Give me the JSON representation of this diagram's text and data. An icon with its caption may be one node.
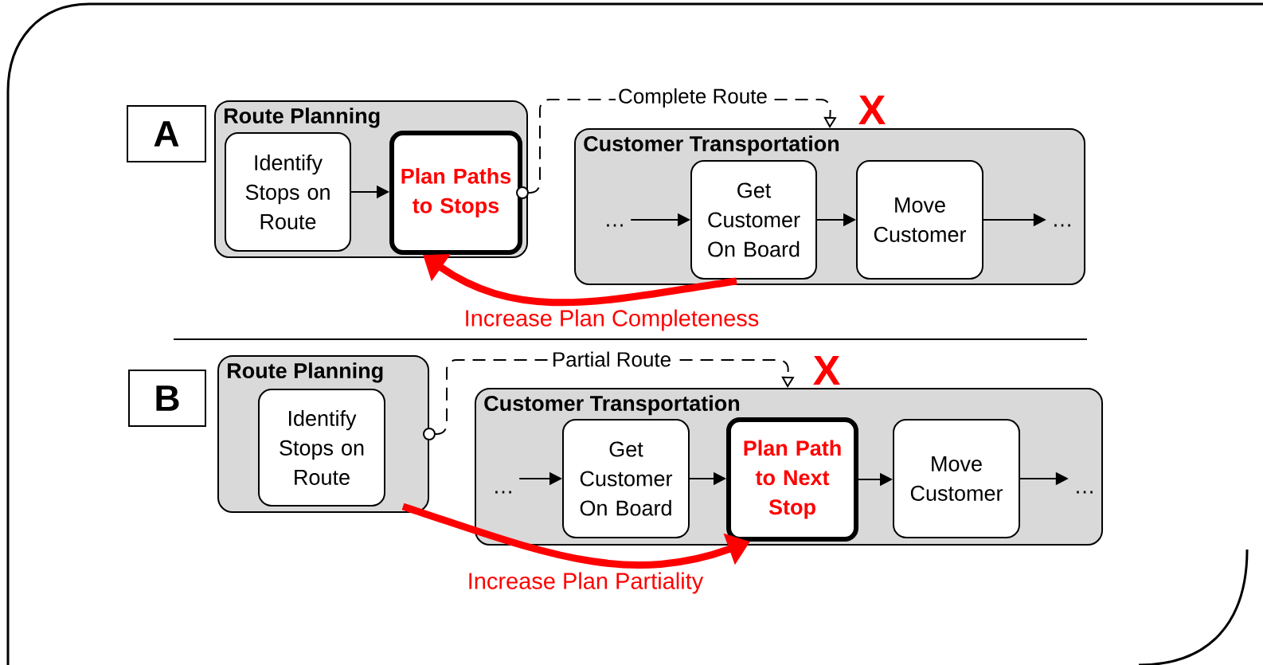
{
  "diagram": {
    "nodes": [
      {
        "text": [
          "A"
        ]
      },
      {
        "text": [
          "Route Planning"
        ]
      },
      {
        "text": [
          "Identify Stops on Route"
        ],
        "in": 1
      },
      {
        "text": [
          "Plan Paths to Stops"
        ],
        "in": 1
      },
      {
        "text": [
          "Customer Transportation"
        ]
      },
      {
        "text": [
          "…"
        ],
        "in": 4
      },
      {
        "text": [
          "Get Customer On Board"
        ],
        "in": 4
      },
      {
        "text": [
          "Move Customer"
        ],
        "in": 4
      },
      {
        "text": [
          "…"
        ],
        "in": 4
      },
      {
        "text": [
          "B"
        ]
      },
      {
        "text": [
          "Route Planning"
        ]
      },
      {
        "text": [
          "Identify Stops on Route"
        ],
        "in": 10
      },
      {
        "text": [
          "Customer Transportation"
        ]
      },
      {
        "text": [
          "…"
        ],
        "in": 12
      },
      {
        "text": [
          "Get Customer On Board"
        ],
        "in": 12
      },
      {
        "text": [
          "Plan Path to Next Stop"
        ],
        "in": 12
      },
      {
        "text": [
          "Move Customer"
        ],
        "in": 12
      },
      {
        "text": [
          "…"
        ],
        "in": 12
      }
    ],
    "edges": [
      {
        "from": 2,
        "to": 3,
        "arrow": "to"
      },
      {
        "from": 5,
        "to": 6,
        "arrow": "to"
      },
      {
        "from": 6,
        "to": 7,
        "arrow": "to"
      },
      {
        "from": 7,
        "to": 8,
        "arrow": "to"
      },
      {
        "from": 3,
        "to": 4,
        "arrow": "to",
        "style": "dashed",
        "label": "Complete Route"
      },
      {
        "from": 6,
        "to": 3,
        "arrow": "to",
        "style": "thick",
        "color": "#ff0000",
        "label": "Increase Plan Completeness"
      },
      {
        "from": 13,
        "to": 14,
        "arrow": "to"
      },
      {
        "from": 14,
        "to": 15,
        "arrow": "to"
      },
      {
        "from": 15,
        "to": 16,
        "arrow": "to"
      },
      {
        "from": 16,
        "to": 17,
        "arrow": "to"
      },
      {
        "from": 10,
        "to": 12,
        "arrow": "to",
        "style": "dashed",
        "label": "Partial Route"
      },
      {
        "from": 11,
        "to": 15,
        "arrow": "to",
        "style": "thick",
        "color": "#ff0000",
        "label": "Increase Plan Partiality"
      }
    ],
    "labels": [
      "X",
      "X"
    ]
  }
}
